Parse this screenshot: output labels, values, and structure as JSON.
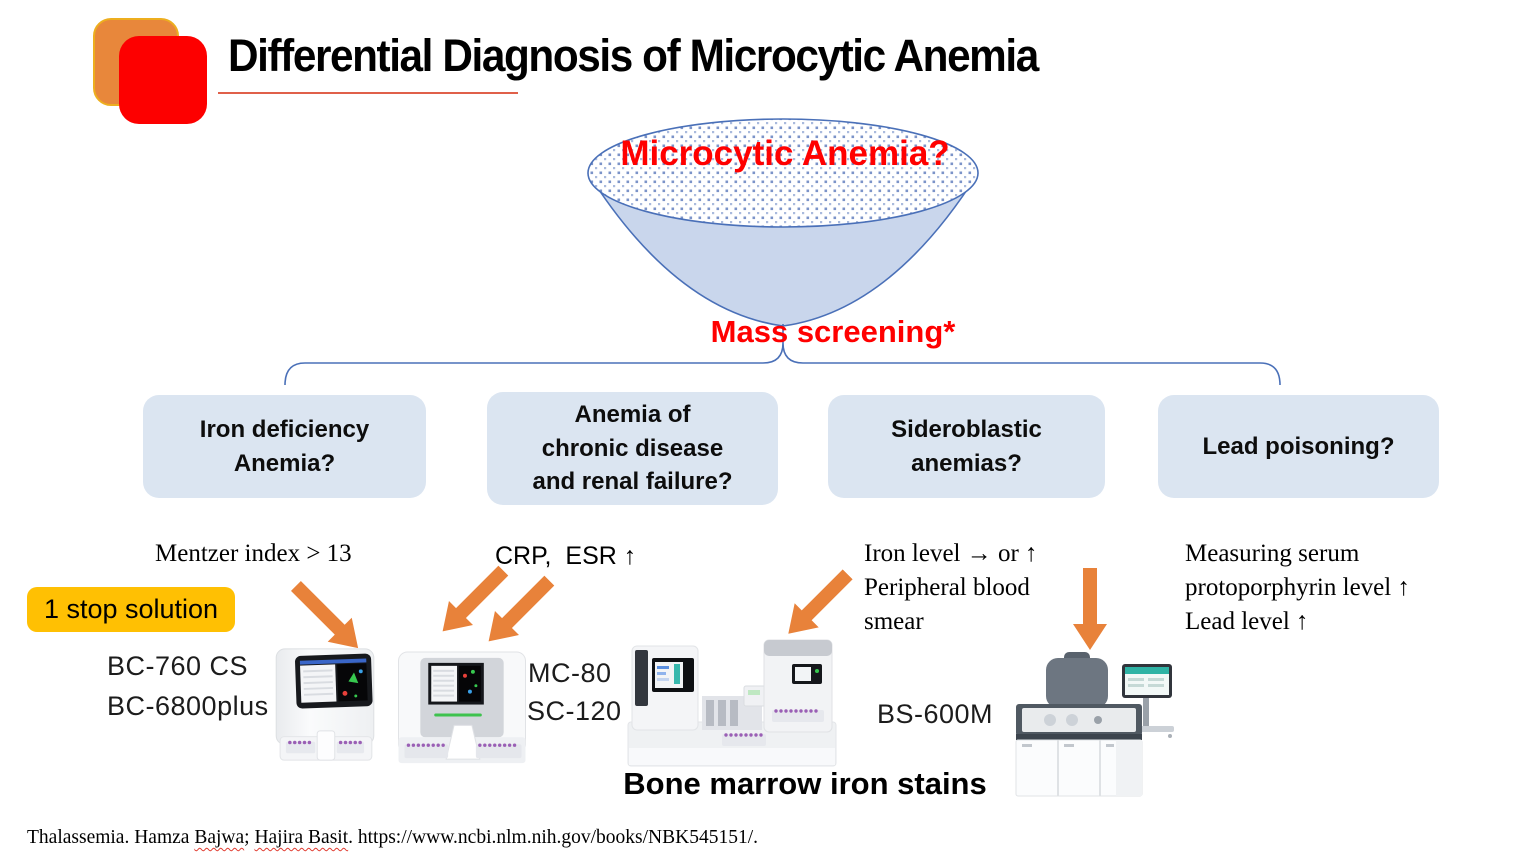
{
  "header": {
    "title": "Differential Diagnosis of Microcytic Anemia"
  },
  "funnel": {
    "label": "Microcytic Anemia?",
    "screening_label": "Mass screening*"
  },
  "columns": [
    {
      "box_label": "Iron deficiency\nAnemia?",
      "criteria": "Mentzer index > 13",
      "products": [
        "BC-760 CS",
        "BC-6800plus"
      ]
    },
    {
      "box_label": "Anemia of\nchronic disease\nand renal failure?",
      "criteria": "CRP,  ESR ↑",
      "products": [
        "MC-80",
        "SC-120"
      ]
    },
    {
      "box_label": "Sideroblastic\nanemias?",
      "criteria": "Iron level → or ↑\nPeripheral blood\nsmear",
      "products": [
        "BS-600M"
      ]
    },
    {
      "box_label": "Lead poisoning?",
      "criteria": "Measuring serum\nprotoporphyrin level ↑\nLead level ↑",
      "products": []
    }
  ],
  "badge": {
    "label": "1 stop solution"
  },
  "bottom_note": "Bone marrow iron stains",
  "footer": {
    "part1": "Thalassemia. Hamza ",
    "misspelled1": "Bajwa",
    "separator": "; ",
    "misspelled2": "Hajira Basit",
    "part2": ". https://www.ncbi.nlm.nih.gov/books/NBK545151/."
  },
  "colors": {
    "accent_red": "#ff0000",
    "box_blue": "#dbe5f1",
    "funnel_fill": "#c9d6ec",
    "funnel_stroke": "#4a70b8",
    "arrow_orange": "#e8823a",
    "badge_gold": "#ffc003",
    "logo_red": "#fd0000",
    "logo_orange": "#e8873b",
    "title_underline": "#e0604a"
  }
}
